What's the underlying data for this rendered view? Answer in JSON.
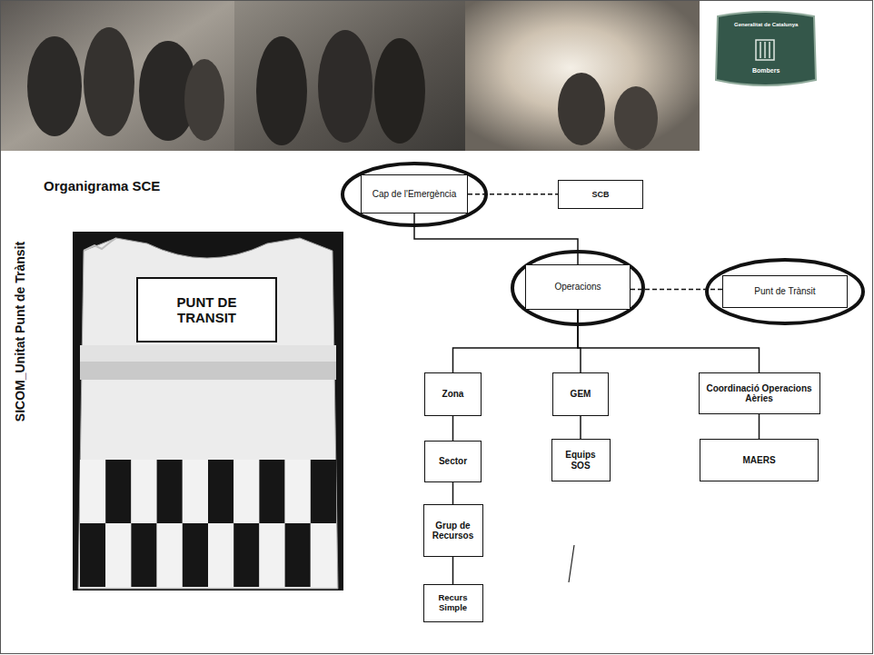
{
  "diagram": {
    "title": "Organigrama SCE",
    "nodes": [
      {
        "text": [
          "Cap de l'Emergència"
        ]
      },
      {
        "text": [
          "SCB"
        ]
      },
      {
        "text": [
          "Operacions"
        ]
      },
      {
        "text": [
          "Punt de Trànsit"
        ]
      },
      {
        "text": [
          "Zona"
        ]
      },
      {
        "text": [
          "GEM"
        ]
      },
      {
        "text": [
          "Coordinació Operacions Aèries"
        ]
      },
      {
        "text": [
          "Sector"
        ]
      },
      {
        "text": [
          "Equips SOS"
        ]
      },
      {
        "text": [
          "MAERS"
        ]
      },
      {
        "text": [
          "Grup de Recursos"
        ]
      },
      {
        "text": [
          "Recurs Simple"
        ]
      },
      {
        "text": [
          "PUNT DE TRANSIT"
        ]
      }
    ],
    "edges": [
      {
        "from": 0,
        "to": 1,
        "arrow": "none"
      },
      {
        "from": 0,
        "to": 2,
        "arrow": "none"
      },
      {
        "from": 2,
        "to": 3,
        "arrow": "none"
      },
      {
        "from": 2,
        "to": 4,
        "arrow": "none"
      },
      {
        "from": 2,
        "to": 5,
        "arrow": "none"
      },
      {
        "from": 2,
        "to": 6,
        "arrow": "none"
      },
      {
        "from": 4,
        "to": 7,
        "arrow": "none"
      },
      {
        "from": 7,
        "to": 10,
        "arrow": "none"
      },
      {
        "from": 10,
        "to": 11,
        "arrow": "none"
      },
      {
        "from": 5,
        "to": 8,
        "arrow": "none"
      },
      {
        "from": 6,
        "to": 9,
        "arrow": "none"
      }
    ],
    "labels": [
      "SICOM_Unitat Punt de Trànsit",
      "Generalitat de Catalunya",
      "Bombers"
    ]
  }
}
